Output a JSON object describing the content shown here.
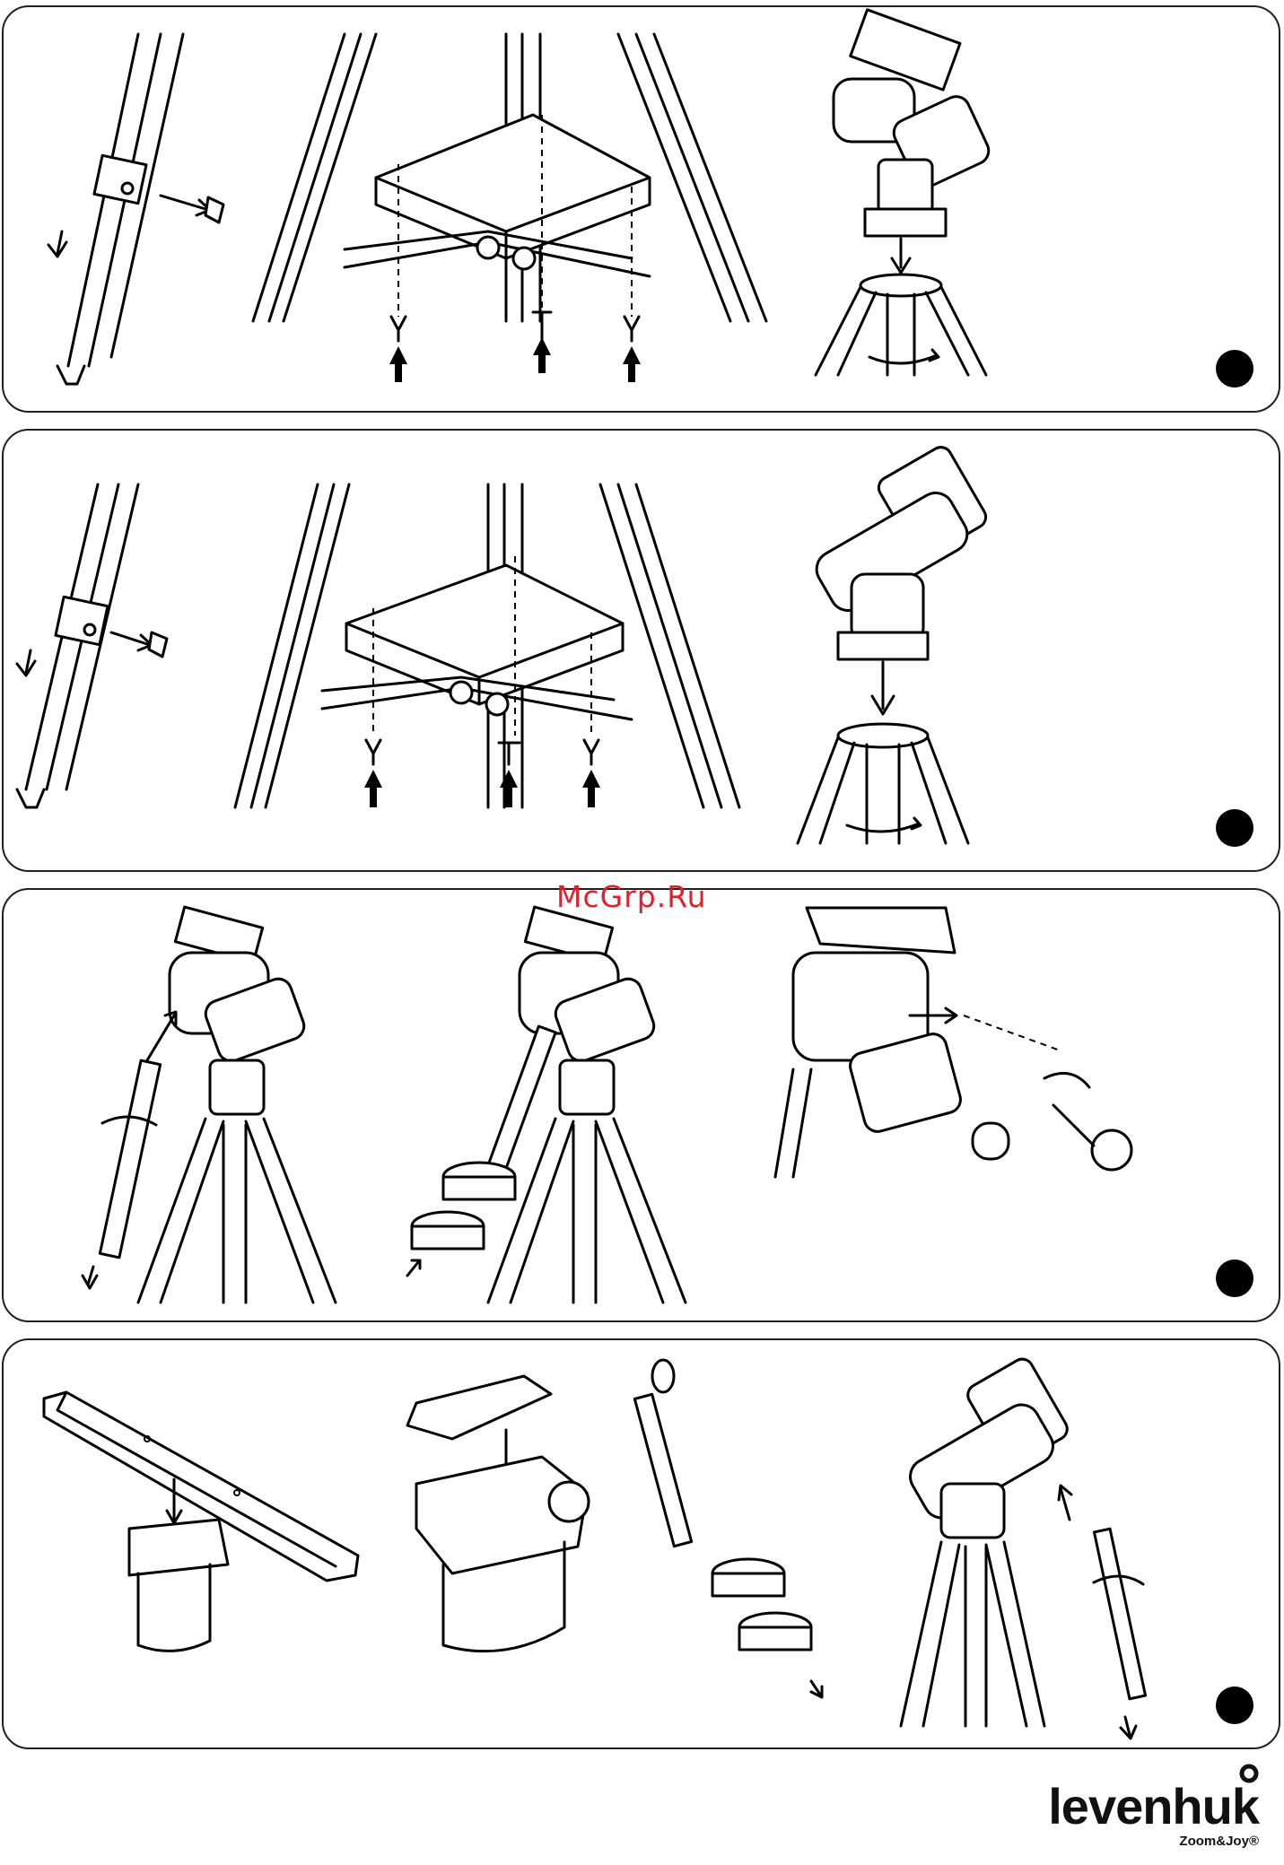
{
  "watermark": "McGrp.Ru",
  "brand": {
    "name": "levenhuk",
    "tagline": "Zoom&Joy",
    "registered": "®"
  },
  "panels": [
    {
      "id": "step-1",
      "content": "tripod leg clamp, accessory tray, mount on tripod"
    },
    {
      "id": "step-2",
      "content": "tripod leg clamp, accessory tray, mount on tripod"
    },
    {
      "id": "step-3",
      "content": "counterweight shaft, counterweights, slow-motion cables"
    },
    {
      "id": "step-4",
      "content": "dovetail bar, saddle plate, counterweights, shaft"
    }
  ],
  "colors": {
    "watermark": "#e0202b",
    "line": "#000000",
    "panel_border": "#231f20"
  }
}
